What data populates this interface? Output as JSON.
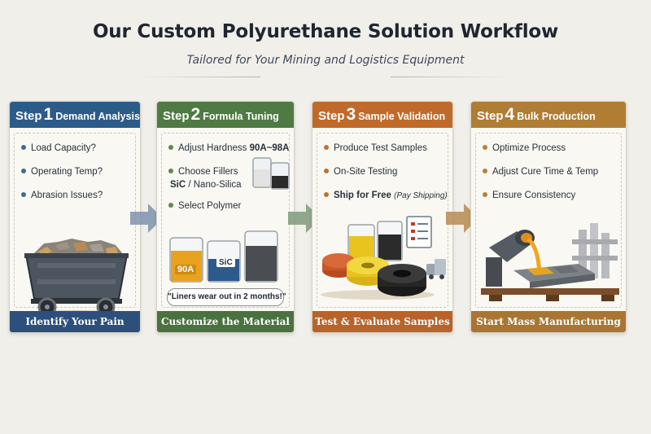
{
  "header": {
    "title": "Our Custom Polyurethane Solution Workflow",
    "subtitle": "Tailored for Your Mining and Logistics Equipment"
  },
  "steps": [
    {
      "word": "Step",
      "number": "1",
      "name": "Demand Analysis",
      "items": [
        "Load Capacity?",
        "Operating Temp?",
        "Abrasion Issues?"
      ],
      "footer": "Identify Your Pain Points",
      "color": "#2c5b8a",
      "foot_color": "#2c4f7c"
    },
    {
      "word": "Step",
      "number": "2",
      "name": "Formula Tuning",
      "item_hardness_label": "Adjust Hardness",
      "item_hardness_value": "90A~98A",
      "item_fillers": "Choose Fillers",
      "item_fillers_sic": "SiC",
      "item_fillers_rest": " / Nano-Silica",
      "item_polymer": "Select Polymer",
      "beaker_90a": "90A",
      "beaker_sic": "SiC",
      "quote": "\"Liners wear out in 2 months!\"",
      "footer": "Customize the Material",
      "color": "#4f7a43",
      "foot_color": "#4a7140"
    },
    {
      "word": "Step",
      "number": "3",
      "name": "Sample Validation",
      "items": [
        "Produce Test Samples",
        "On-Site Testing"
      ],
      "ship_main": "Ship for Free",
      "ship_note": "(Pay Shipping)",
      "footer": "Test & Evaluate Samples",
      "color": "#c06a2a",
      "foot_color": "#b8632a"
    },
    {
      "word": "Step",
      "number": "4",
      "name": "Bulk Production",
      "items": [
        "Optimize Process",
        "Adjust Cure Time & Temp",
        "Ensure Consistency"
      ],
      "footer": "Start Mass Manufacturing",
      "color": "#b07d34",
      "foot_color": "#a87632"
    }
  ],
  "colors": {
    "arrow_1": "#7f93ad",
    "arrow_2": "#7f9a7a",
    "arrow_3": "#b78a52",
    "dot_1": "#3e6b96",
    "dot_2": "#5d8a4c",
    "dot_3": "#c0712f",
    "dot_4": "#b5823a"
  }
}
